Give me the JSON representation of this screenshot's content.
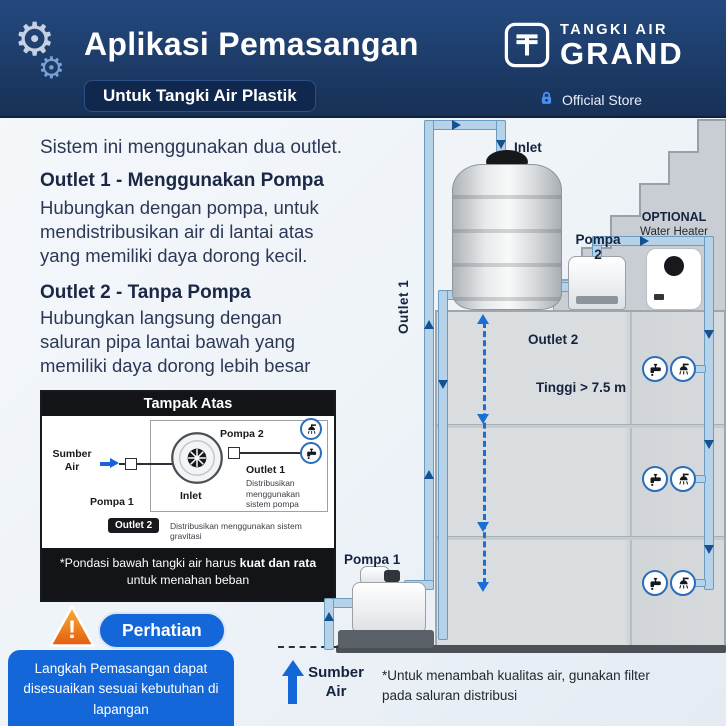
{
  "header": {
    "title": "Aplikasi Pemasangan",
    "badge": "Untuk Tangki Air Plastik",
    "brand_top": "TANGKI AIR",
    "brand_name": "GRAND",
    "store": "Official Store"
  },
  "icons": {
    "gear": "⚙",
    "exclamation": "!"
  },
  "intro": "Sistem ini menggunakan dua outlet.",
  "outlet1": {
    "heading": "Outlet 1 - Menggunakan Pompa",
    "body": "Hubungkan dengan pompa, untuk mendistribusikan air di lantai atas yang memiliki daya dorong kecil."
  },
  "outlet2": {
    "heading": "Outlet 2 - Tanpa Pompa",
    "body": "Hubungkan langsung dengan saluran pipa lantai bawah yang memiliki daya dorong lebih besar"
  },
  "top_view": {
    "title": "Tampak Atas",
    "sumber_air": "Sumber Air",
    "pompa1": "Pompa 1",
    "pompa2": "Pompa 2",
    "outlet1": "Outlet 1",
    "outlet1_desc": "Distribusikan menggunakan sistem pompa",
    "inlet": "Inlet",
    "outlet2": "Outlet 2",
    "outlet2_desc": "Distribusikan menggunakan sistem gravitasi",
    "footer_pre": "*Pondasi bawah tangki air harus ",
    "footer_bold": "kuat dan rata",
    "footer_post": " untuk menahan beban"
  },
  "warning": {
    "title": "Perhatian",
    "text": "Langkah Pemasangan dapat disesuaikan sesuai kebutuhan di lapangan"
  },
  "illustration": {
    "inlet": "Inlet",
    "outlet1": "Outlet 1",
    "outlet2": "Outlet 2",
    "pompa1": "Pompa 1",
    "pompa2": "Pompa 2",
    "optional": "OPTIONAL",
    "water_heater": "Water Heater",
    "height_note": "Tinggi > 7.5 m",
    "sumber_air": "Sumber Air",
    "filter_note": "*Untuk menambah kualitas air, gunakan filter pada saluran distribusi"
  },
  "colors": {
    "header_bg": "#1c3a6b",
    "accent_blue": "#1467d8",
    "pipe_fill": "#b5d2e8",
    "pipe_border": "#6b9cc2",
    "warning_orange": "#f29111"
  }
}
